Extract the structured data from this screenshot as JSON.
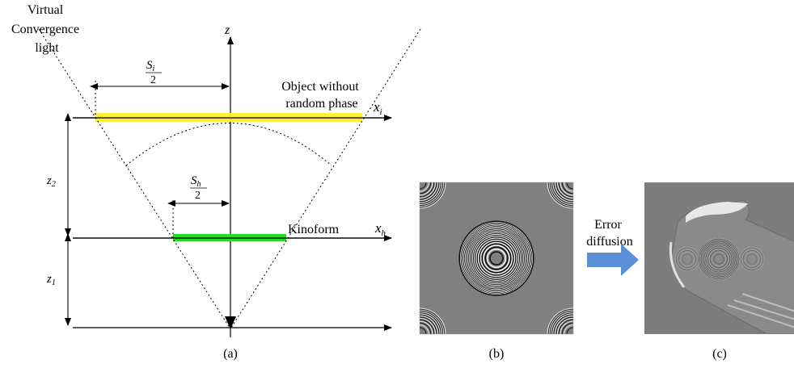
{
  "figure_a": {
    "virtual_label": [
      "Virtual",
      "Convergence",
      "light"
    ],
    "object_label": [
      "Object without",
      "random phase"
    ],
    "kinoform_label": "Kinoform",
    "z_axis": "z",
    "xi_axis": {
      "var": "x",
      "sub": "i"
    },
    "xh_axis": {
      "var": "x",
      "sub": "h"
    },
    "si_half": {
      "num_var": "S",
      "num_sub": "i",
      "den": "2"
    },
    "sh_half": {
      "num_var": "S",
      "num_sub": "h",
      "den": "2"
    },
    "z2": {
      "var": "z",
      "sub": "2"
    },
    "z1": {
      "var": "z",
      "sub": "1"
    },
    "caption": "(a)"
  },
  "figure_b": {
    "caption": "(b)"
  },
  "figure_c": {
    "caption": "(c)"
  },
  "arrow_label": [
    "Error",
    "diffusion"
  ],
  "colors": {
    "object_bar": "#ffee33",
    "kinoform_bar": "#22dd22",
    "arrow": "#5b8fd6",
    "hologram_gray": "#808080"
  }
}
